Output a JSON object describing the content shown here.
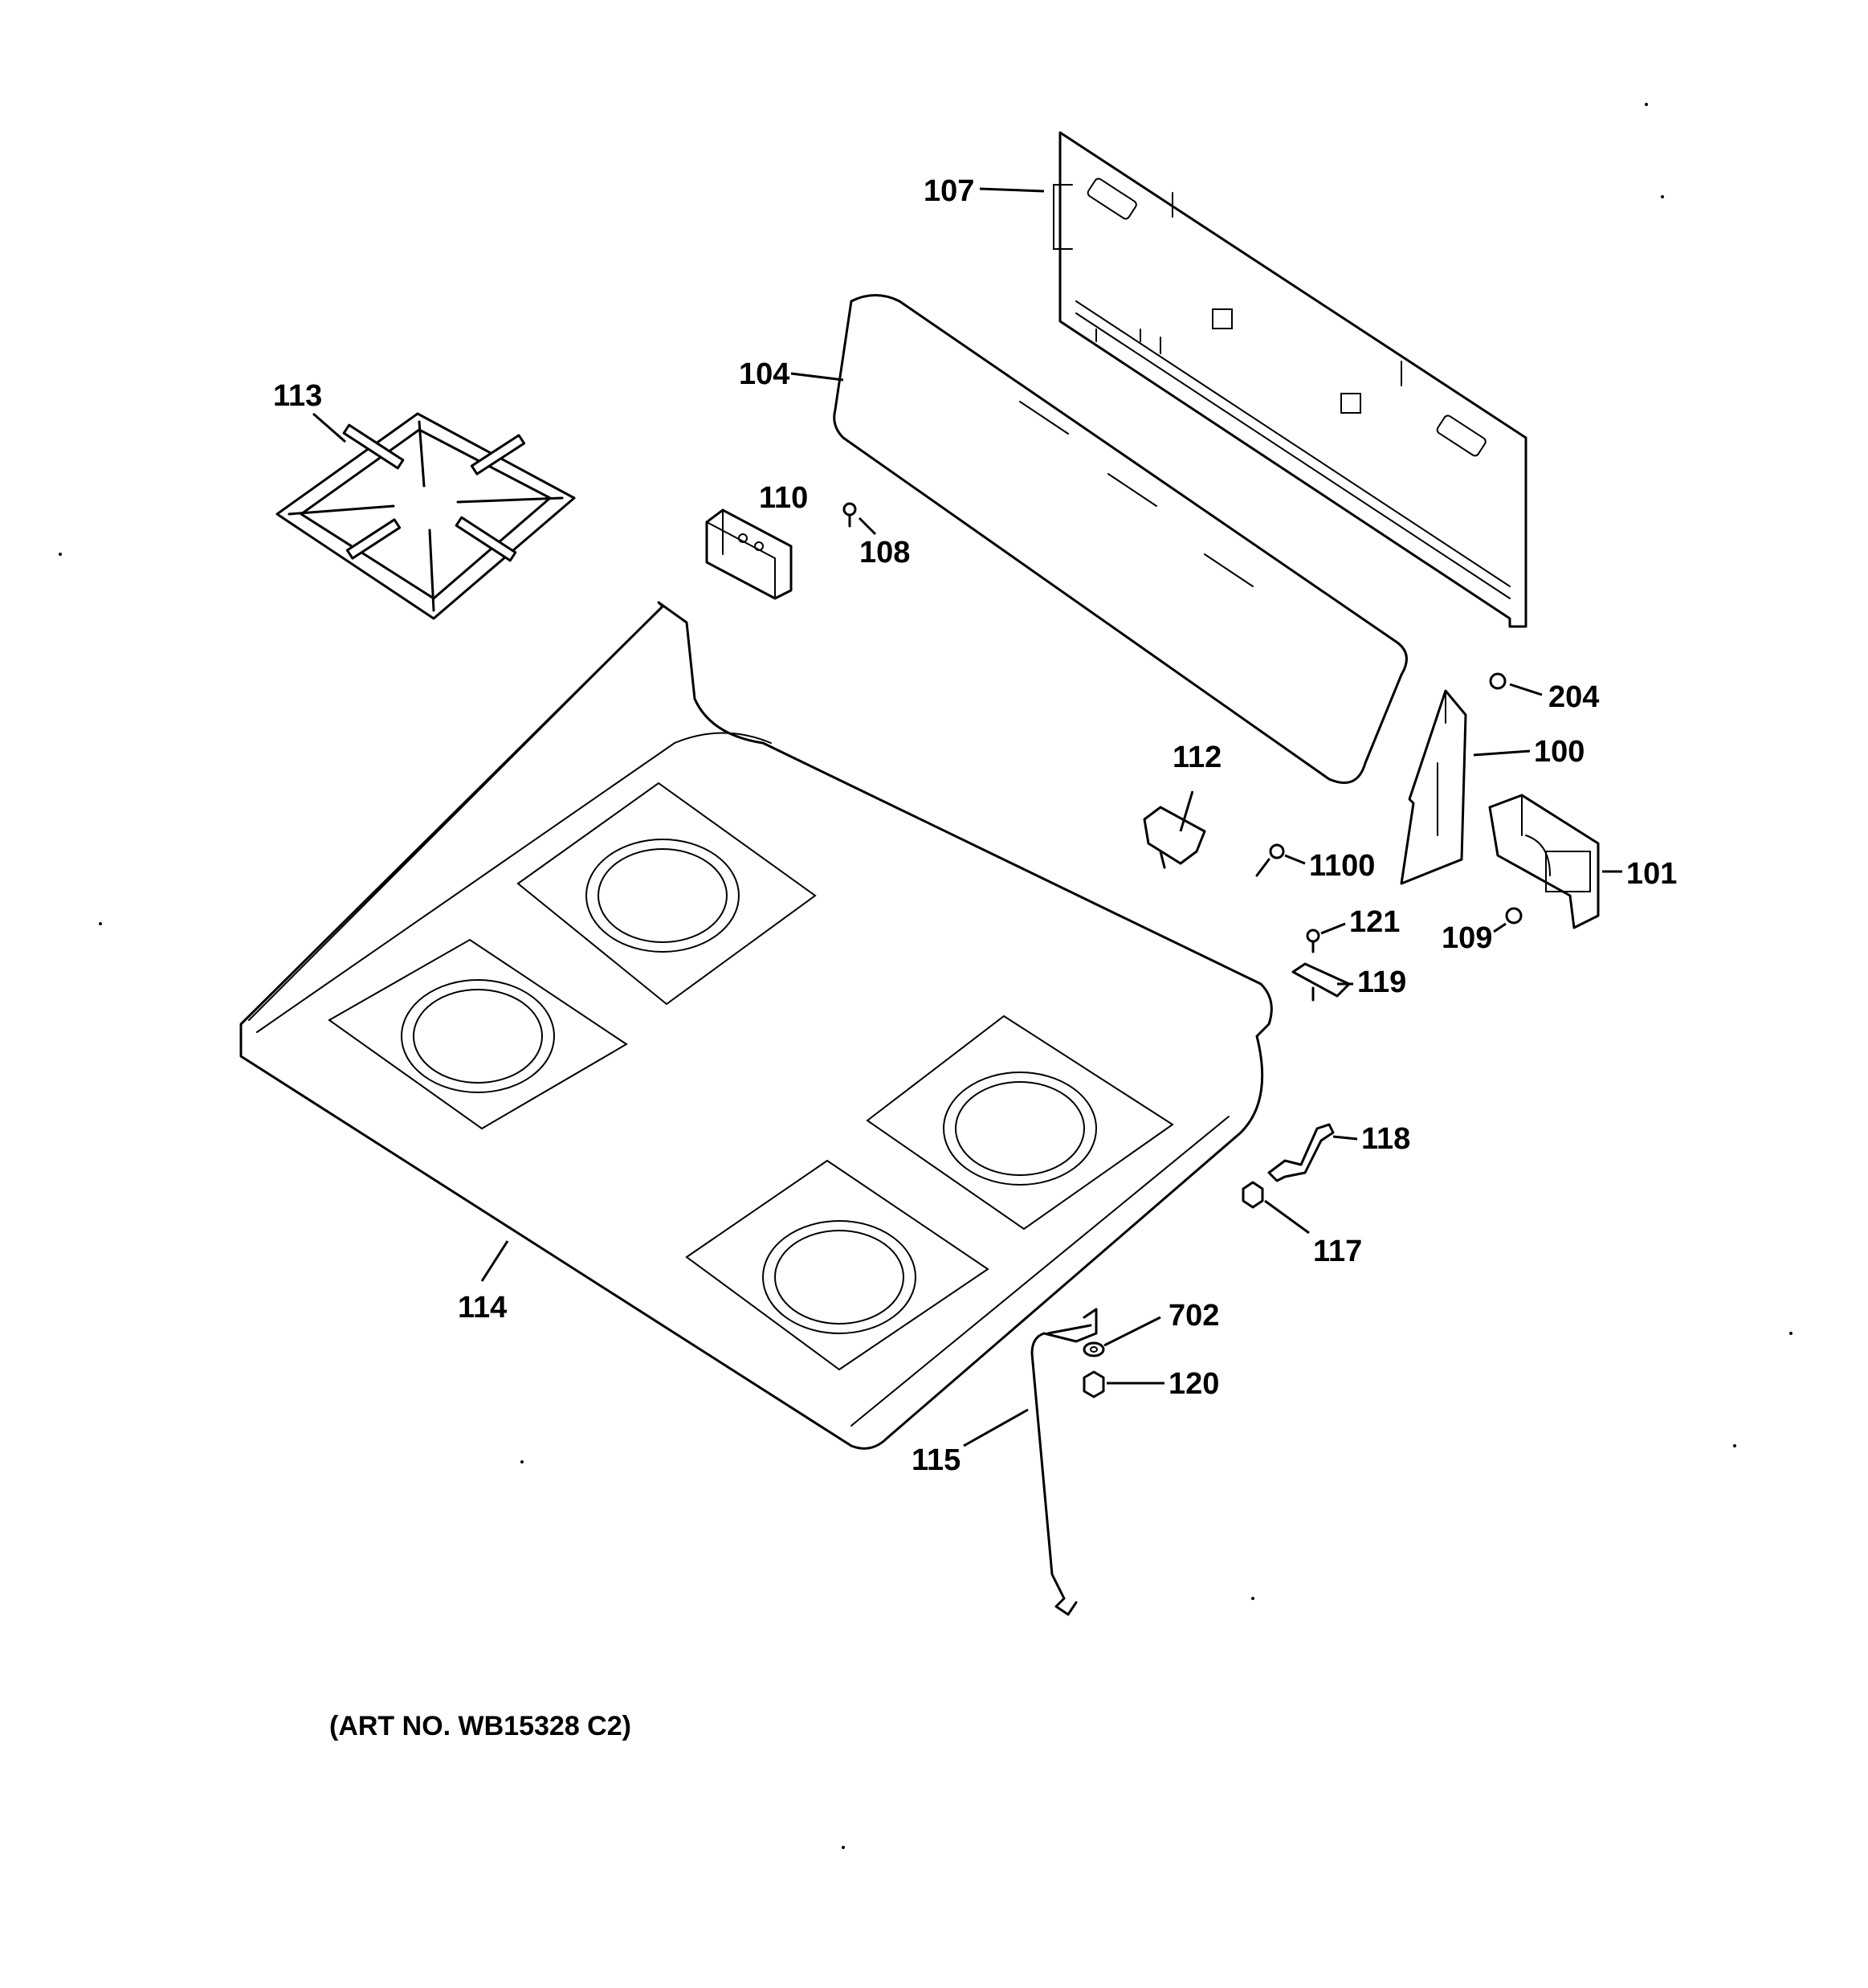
{
  "callouts": {
    "c107": "107",
    "c104": "104",
    "c113": "113",
    "c110": "110",
    "c108": "108",
    "c204": "204",
    "c100": "100",
    "c112": "112",
    "c1100": "1100",
    "c101": "101",
    "c121": "121",
    "c109": "109",
    "c119": "119",
    "c118": "118",
    "c117": "117",
    "c114": "114",
    "c702": "702",
    "c120": "120",
    "c115": "115"
  },
  "art_number": "(ART NO. WB15328 C2)",
  "colors": {
    "ink": "#000000",
    "paper": "#ffffff"
  }
}
